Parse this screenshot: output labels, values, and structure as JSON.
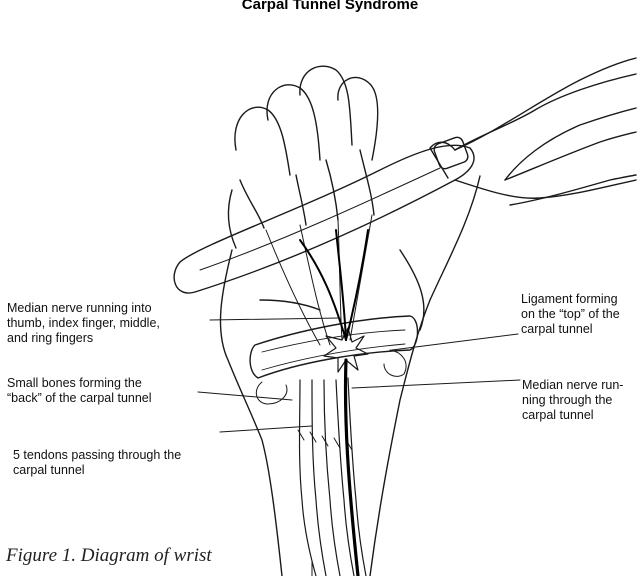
{
  "title": "Carpal Tunnel Syndrome",
  "labels": {
    "median_nerve_fingers": [
      "Median nerve running into",
      "thumb, index finger, middle,",
      "and ring fingers"
    ],
    "small_bones": [
      "Small bones forming the",
      "“back” of the carpal tunnel"
    ],
    "tendons": [
      "5 tendons passing through the",
      "carpal tunnel"
    ],
    "ligament": [
      "Ligament forming",
      "on the “top” of the",
      "carpal tunnel"
    ],
    "median_nerve_tunnel": [
      "Median nerve run-",
      "ning through the",
      "carpal tunnel"
    ]
  },
  "caption": "Figure 1. Diagram of wrist"
}
